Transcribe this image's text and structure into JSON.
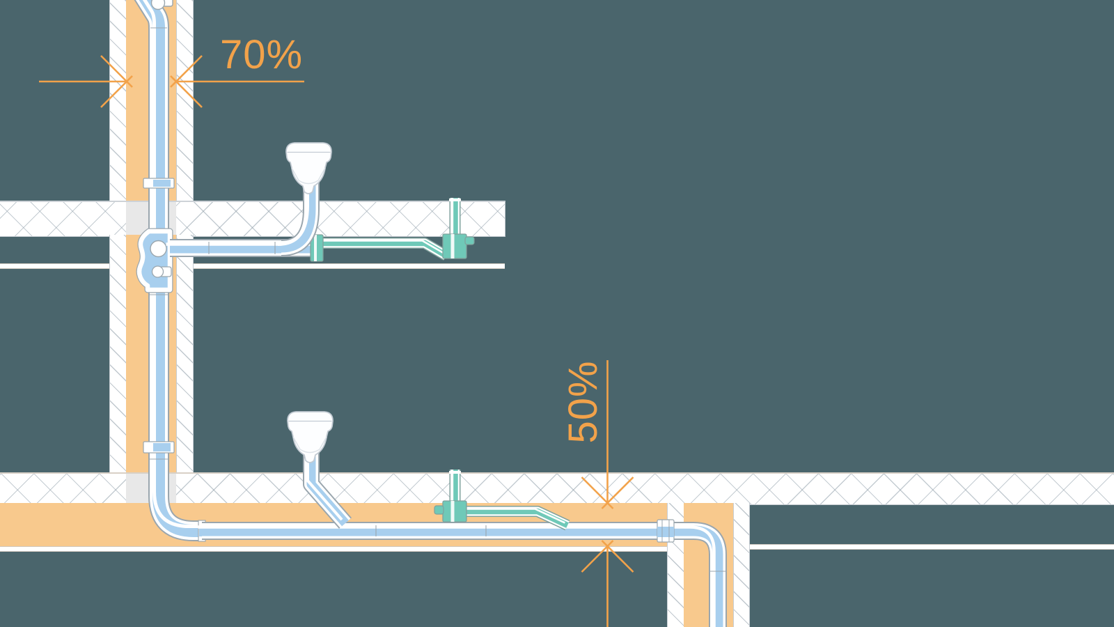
{
  "diagram": {
    "type": "plumbing-installation-cross-section",
    "annotations": {
      "upper": "70%",
      "lower": "50%"
    },
    "colors": {
      "background": "#4a656c",
      "wall_core_fill": "#f8c98d",
      "annotation_orange": "#f2a24a",
      "waste_pipe_blue": "#a8cfee",
      "vent_pipe_teal": "#6fc9b8",
      "slab_white": "#ffffff",
      "slab_core_gray": "#e8e8e8"
    },
    "components": [
      "vertical-drain-stack-in-wall",
      "upper-floor-slab",
      "upper-branch-waste-pipe",
      "upper-toilet-fixture",
      "upper-vent-riser-teal",
      "ground-floor-slab",
      "floor-screed-layer",
      "lower-toilet-fixture",
      "lower-vent-riser-teal",
      "bottom-collector-pipe",
      "right-exterior-wall-downpipe",
      "dimension-70-percent-wall-chase",
      "dimension-50-percent-screed"
    ]
  }
}
